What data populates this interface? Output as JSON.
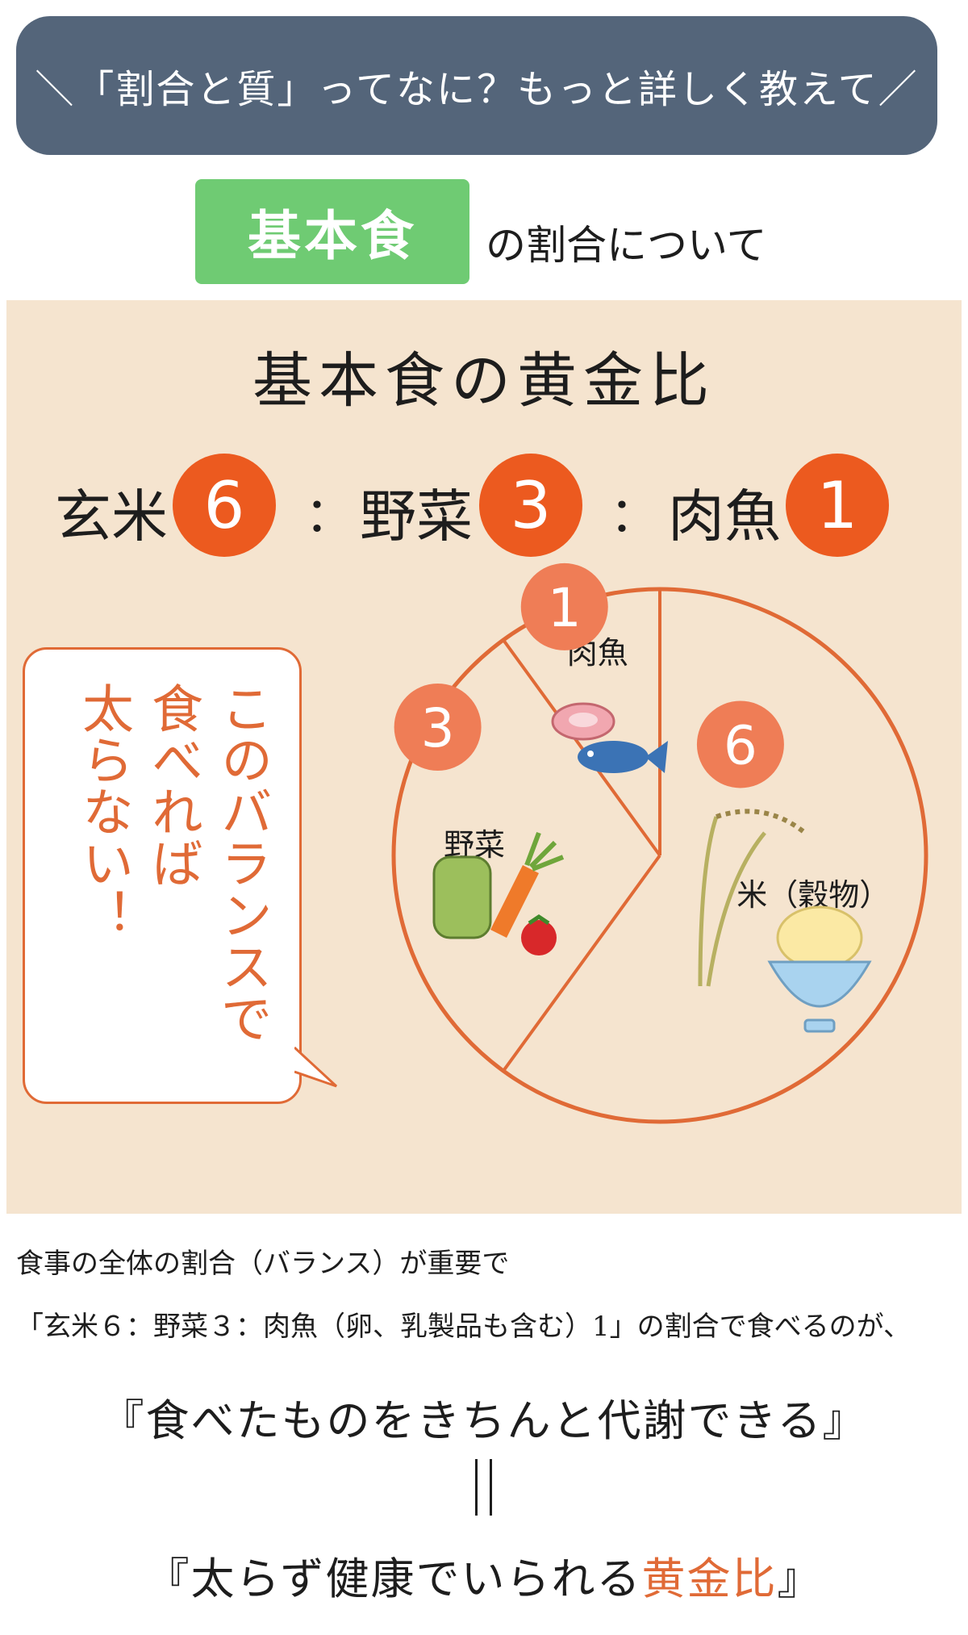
{
  "banner": {
    "text": "＼「割合と質」ってなに？もっと詳しく教えて／"
  },
  "section": {
    "tag": "基本食",
    "suffix": "の割合について"
  },
  "panel": {
    "title": "基本食の黄金比",
    "ratio": [
      {
        "label": "玄米",
        "value": "6"
      },
      {
        "label": "野菜",
        "value": "3"
      },
      {
        "label": "肉魚",
        "value": "1"
      }
    ],
    "colon": "：",
    "bubble": {
      "col1": "このバランスで",
      "col2": "食べれば",
      "col3": "太らない！"
    }
  },
  "chart_data": {
    "type": "pie",
    "categories": [
      "米（穀物）",
      "野菜",
      "肉魚"
    ],
    "values": [
      6,
      3,
      1
    ],
    "slice_labels": [
      "6",
      "3",
      "1"
    ]
  },
  "text": {
    "line1": "食事の全体の割合（バランス）が重要で",
    "line2": "「玄米６：野菜３：肉魚（卵、乳製品も含む）1」の割合で食べるのが、",
    "quote1": "『食べたものをきちんと代謝できる』",
    "quote2_pre": "『太らず健康でいられる",
    "quote2_highlight": "黄金比",
    "quote2_post": "』"
  },
  "colors": {
    "banner_bg": "#54657a",
    "tag_bg": "#6fcb73",
    "panel_bg": "#f5e4cf",
    "accent_orange": "#ec5a1f",
    "pie_line": "#e06a36",
    "badge_light": "#ef7d56"
  },
  "icons": [
    "meat-icon",
    "fish-icon",
    "vegetables-icon",
    "rice-plant-icon",
    "rice-bowl-icon"
  ]
}
